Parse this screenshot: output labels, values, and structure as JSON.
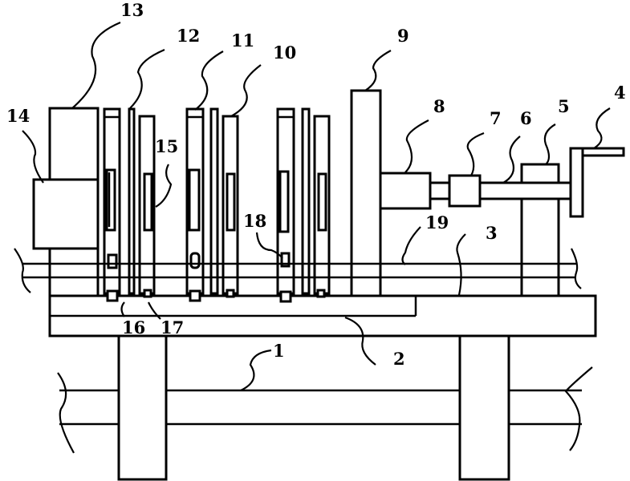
{
  "diagram": {
    "type": "mechanical patent drawing",
    "labels": [
      {
        "id": "1",
        "text": "1"
      },
      {
        "id": "2",
        "text": "2"
      },
      {
        "id": "3",
        "text": "3"
      },
      {
        "id": "4",
        "text": "4"
      },
      {
        "id": "5",
        "text": "5"
      },
      {
        "id": "6",
        "text": "6"
      },
      {
        "id": "7",
        "text": "7"
      },
      {
        "id": "8",
        "text": "8"
      },
      {
        "id": "9",
        "text": "9"
      },
      {
        "id": "10",
        "text": "10"
      },
      {
        "id": "11",
        "text": "11"
      },
      {
        "id": "12",
        "text": "12"
      },
      {
        "id": "13",
        "text": "13"
      },
      {
        "id": "14",
        "text": "14"
      },
      {
        "id": "15",
        "text": "15"
      },
      {
        "id": "16",
        "text": "16"
      },
      {
        "id": "17",
        "text": "17"
      },
      {
        "id": "18",
        "text": "18"
      },
      {
        "id": "19",
        "text": "19"
      }
    ],
    "colors": {
      "line": "#000000",
      "background": "#ffffff"
    }
  }
}
